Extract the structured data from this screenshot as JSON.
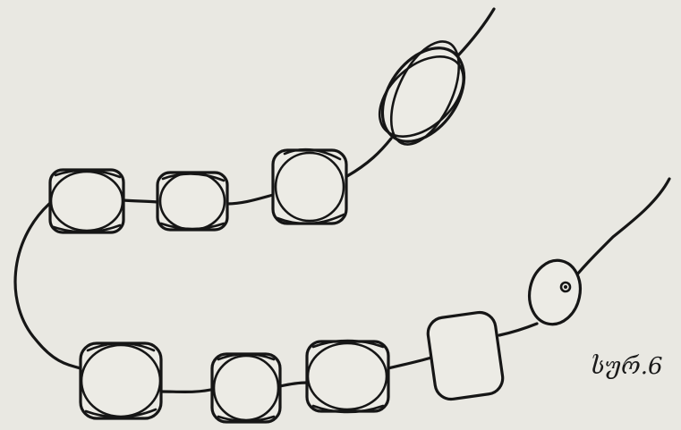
{
  "figure": {
    "caption": "სურ.6",
    "beads": [
      {
        "id": "bead-1",
        "kind": "crossed-square"
      },
      {
        "id": "bead-2",
        "kind": "crossed-square"
      },
      {
        "id": "bead-3",
        "kind": "crossed-square"
      },
      {
        "id": "bead-4",
        "kind": "crossed-oval"
      },
      {
        "id": "bead-5",
        "kind": "crossed-square"
      },
      {
        "id": "bead-6",
        "kind": "crossed-square"
      },
      {
        "id": "bead-7",
        "kind": "crossed-square"
      },
      {
        "id": "bead-8",
        "kind": "plain-rounded-square"
      },
      {
        "id": "bead-9",
        "kind": "round-pendant"
      }
    ]
  }
}
